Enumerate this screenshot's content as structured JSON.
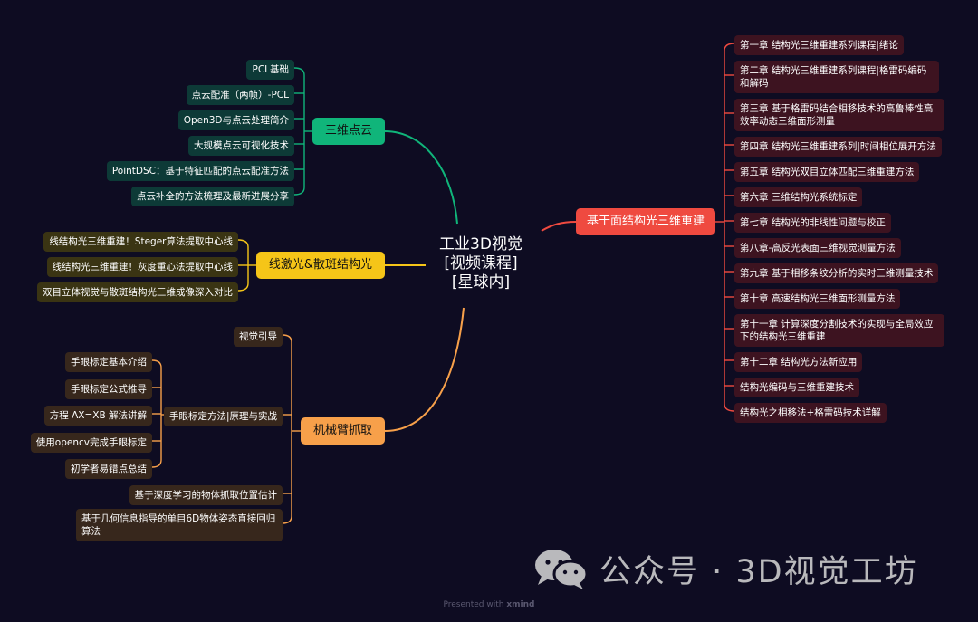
{
  "center": {
    "line1": "工业3D视觉",
    "line2": "[视频课程]",
    "line3": "[星球内]"
  },
  "colors": {
    "background": "#0e0c22",
    "green": "#10b57a",
    "red": "#ef4a40",
    "yellow": "#f5c518",
    "orange": "#f7a04a"
  },
  "branches": {
    "cloud": {
      "label": "三维点云",
      "items": [
        "PCL基础",
        "点云配准（两帧）-PCL",
        "Open3D与点云处理简介",
        "大规模点云可视化技术",
        "PointDSC：基于特征匹配的点云配准方法",
        "点云补全的方法梳理及最新进展分享"
      ]
    },
    "laser": {
      "label": "线激光&散斑结构光",
      "items": [
        "线结构光三维重建！Steger算法提取中心线",
        "线结构光三维重建！灰度重心法提取中心线",
        "双目立体视觉与散斑结构光三维成像深入对比"
      ]
    },
    "arm": {
      "label": "机械臂抓取",
      "items": [
        "视觉引导",
        "手眼标定方法|原理与实战",
        "基于深度学习的物体抓取位置估计",
        "基于几何信息指导的单目6D物体姿态直接回归算法"
      ],
      "sub_items": [
        "手眼标定基本介绍",
        "手眼标定公式推导",
        "方程 AX=XB 解法讲解",
        "使用opencv完成手眼标定",
        "初学者易错点总结"
      ]
    },
    "structured": {
      "label": "基于面结构光三维重建",
      "items": [
        "第一章 结构光三维重建系列课程|绪论",
        "第二章 结构光三维重建系列课程|格雷码编码和解码",
        "第三章 基于格雷码结合相移技术的高鲁棒性高效率动态三维面形测量",
        "第四章 结构光三维重建系列|时间相位展开方法",
        "第五章 结构光双目立体匹配三维重建方法",
        "第六章 三维结构光系统标定",
        "第七章 结构光的非线性问题与校正",
        "第八章-高反光表面三维视觉测量方法",
        "第九章 基于相移条纹分析的实时三维测量技术",
        "第十章 高速结构光三维面形测量方法",
        "第十一章 计算深度分割技术的实现与全局效应下的结构光三维重建",
        "第十二章 结构光方法新应用",
        "结构光编码与三维重建技术",
        "结构光之相移法+格雷码技术详解"
      ]
    }
  },
  "watermark": {
    "text": "公众号 · 3D视觉工坊",
    "icon": "wechat-icon"
  },
  "footer": {
    "prefix": "Presented with",
    "brand": "xmind"
  }
}
